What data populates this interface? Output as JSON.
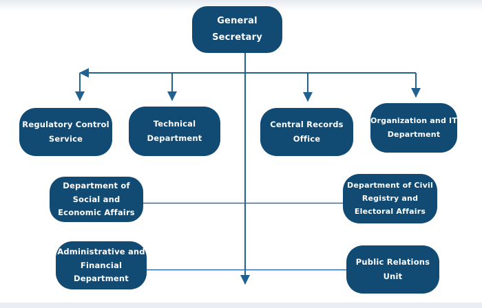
{
  "diagram_type": "org-chart",
  "nodes": {
    "general_secretary": {
      "label": "General Secretary",
      "lines": [
        "General",
        "Secretary"
      ]
    },
    "regulatory_control": {
      "label": "Regulatory Control Service",
      "lines": [
        "Regulatory Control",
        "Service"
      ]
    },
    "technical": {
      "label": "Technical Department",
      "lines": [
        "Technical",
        "Department"
      ]
    },
    "central_records": {
      "label": "Central Records Office",
      "lines": [
        "Central Records",
        "Office"
      ]
    },
    "organization_it": {
      "label": "Organization and IT Department",
      "lines": [
        "Organization and IT",
        "Department"
      ]
    },
    "social_economic": {
      "label": "Department of Social and Economic Affairs",
      "lines": [
        "Department of",
        "Social and",
        "Economic Affairs"
      ]
    },
    "civil_registry": {
      "label": "Department of Civil Registry and Electoral Affairs",
      "lines": [
        "Department of Civil",
        "Registry and",
        "Electoral Affairs"
      ]
    },
    "admin_financial": {
      "label": "Administrative and Financial Department",
      "lines": [
        "Administrative and",
        "Financial",
        "Department"
      ]
    },
    "public_relations": {
      "label": "Public Relations Unit",
      "lines": [
        "Public Relations",
        "Unit"
      ]
    }
  },
  "colors": {
    "node_fill": "#114a73",
    "node_text": "#ffffff",
    "connector": "#21618f",
    "connector_thin": "#2e6ea8",
    "footer_bar": "#ebedf2"
  }
}
